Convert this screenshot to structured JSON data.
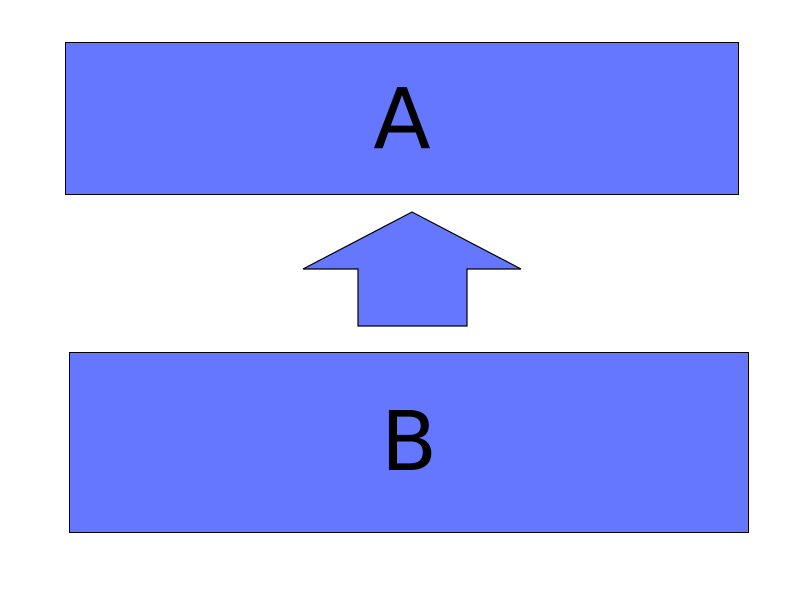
{
  "diagram": {
    "fill_color": "#6677ff",
    "stroke_color": "#000000",
    "box_a": {
      "label": "A"
    },
    "box_b": {
      "label": "B"
    },
    "arrow": {
      "icon": "up-arrow-icon",
      "direction": "up",
      "from": "B",
      "to": "A"
    }
  }
}
